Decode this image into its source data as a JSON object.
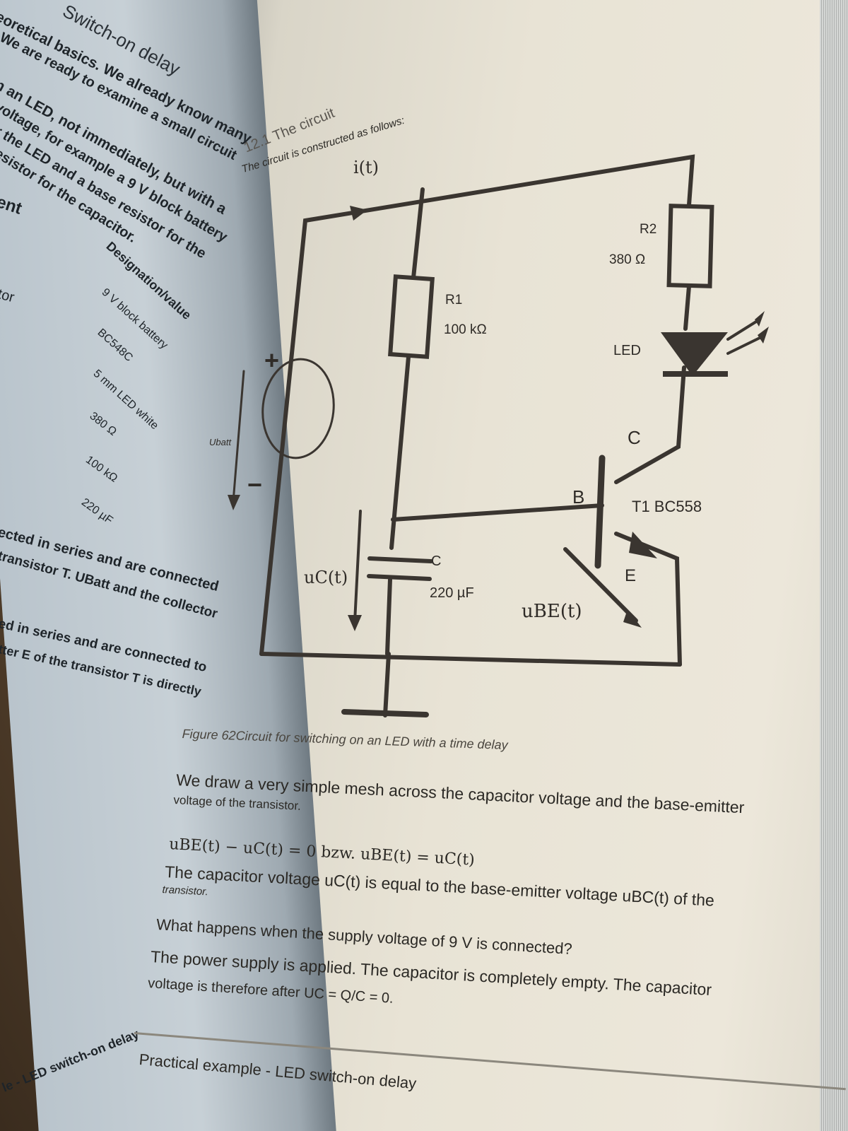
{
  "left_page": {
    "heading": "Switch-on delay",
    "lines": [
      "eoretical basics. We already know many",
      "We are ready to examine a small circuit",
      "n an LED, not immediately, but with a",
      "voltage, for example a 9 V block battery",
      "r the LED and a base resistor for the",
      "esistor for the capacitor."
    ],
    "table_header": "ent",
    "table_col_header": "Designation/value",
    "table_row_label": "tor",
    "table_values": [
      "9 V block battery",
      "BC548C",
      "5 mm LED white",
      "380 Ω",
      "100 kΩ",
      "220 µF"
    ],
    "para1_line1": "ected in series and are connected",
    "para1_line2": "transistor T. UBatt and the collector",
    "para2_line1": "ed in series and are connected to",
    "para2_line2": "tter E of the transistor T is directly",
    "footer": "le - LED switch-on delay"
  },
  "right_page": {
    "section_title": "12.1 The circuit",
    "intro": "The circuit is constructed as follows:",
    "circuit_labels": {
      "current": "i(t)",
      "r1_name": "R1",
      "r1_value": "100 kΩ",
      "r2_name": "R2",
      "r2_value": "380 Ω",
      "led": "LED",
      "collector": "C",
      "base": "B",
      "emitter": "E",
      "transistor": "T1 BC558",
      "cap_name": "C",
      "cap_value": "220 µF",
      "uc": "uC(t)",
      "ube": "uBE(t)",
      "ubatt": "Ubatt",
      "plus": "+",
      "minus": "−"
    },
    "figure_caption": "Figure 62Circuit for switching on an LED with a time delay",
    "body": [
      "We draw a very simple mesh across the capacitor voltage and the base-emitter",
      "voltage of the transistor.",
      "uBE(t) − uC(t) = 0 bzw. uBE(t) = uC(t)",
      "The capacitor voltage uC(t) is equal to the base-emitter voltage uBC(t) of the",
      "transistor.",
      "What happens when the supply voltage of 9 V is connected?",
      "The power supply is applied. The capacitor is completely empty. The capacitor",
      "voltage is therefore after UC = Q/C = 0."
    ],
    "footer": "Practical example - LED switch-on delay"
  }
}
